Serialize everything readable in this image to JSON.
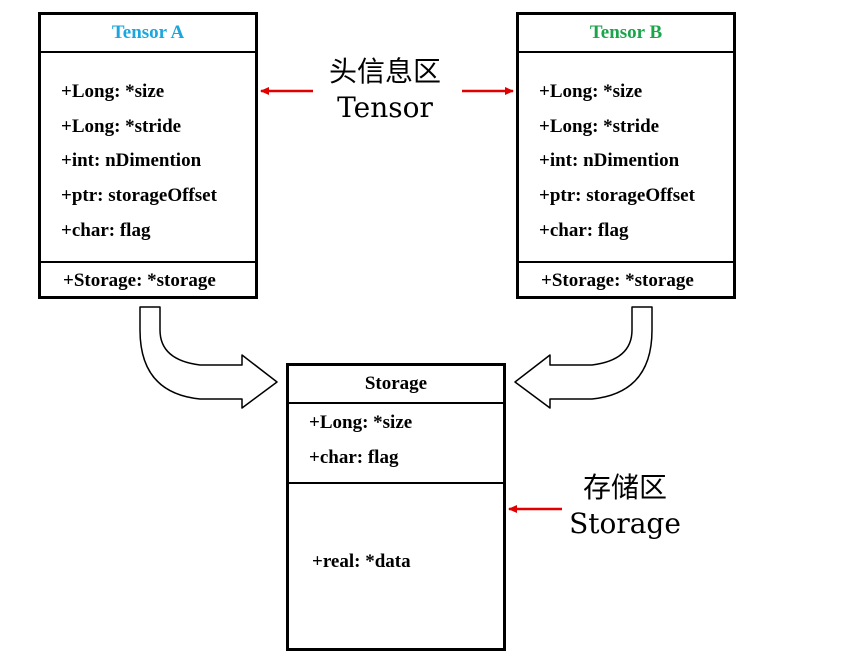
{
  "tensor_a": {
    "title": "Tensor A",
    "title_color": "#1ca6de",
    "fields": [
      "+Long: *size",
      "+Long: *stride",
      "+int: nDimention",
      "+ptr: storageOffset",
      "+char: flag"
    ],
    "storage_field": "+Storage: *storage"
  },
  "tensor_b": {
    "title": "Tensor B",
    "title_color": "#1aa54a",
    "fields": [
      "+Long: *size",
      "+Long: *stride",
      "+int: nDimention",
      "+ptr: storageOffset",
      "+char: flag"
    ],
    "storage_field": "+Storage: *storage"
  },
  "storage": {
    "title": "Storage",
    "fields": [
      "+Long: *size",
      "+char: flag"
    ],
    "data_field": "+real: *data"
  },
  "header_label": {
    "line1": "头信息区",
    "line2": "Tensor"
  },
  "storage_label": {
    "line1": "存储区",
    "line2": "Storage"
  },
  "colors": {
    "arrow": "#e00000",
    "border": "#000000"
  }
}
